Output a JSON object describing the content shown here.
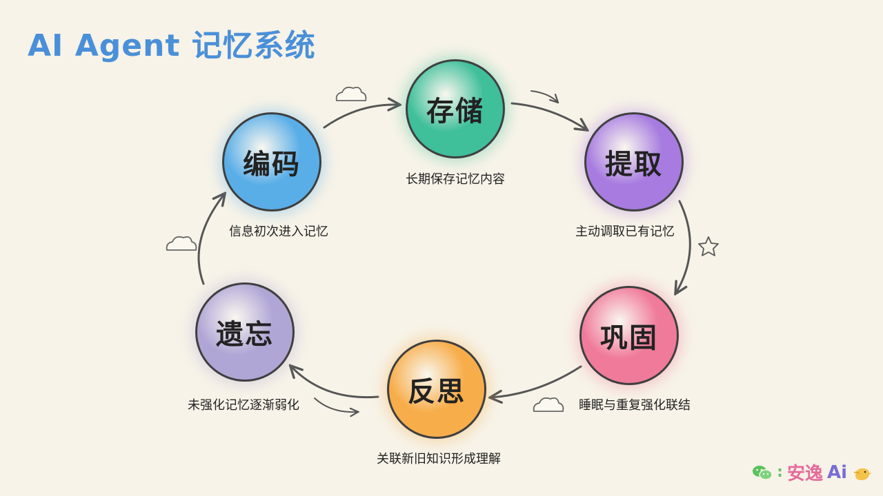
{
  "title": "AI Agent 记忆系统",
  "nodes": {
    "encode": {
      "label": "编码",
      "caption": "信息初次进入记忆",
      "color": "#5aaee8"
    },
    "store": {
      "label": "存储",
      "caption": "长期保存记忆内容",
      "color": "#3fbf9a"
    },
    "retrieve": {
      "label": "提取",
      "caption": "主动调取已有记忆",
      "color": "#a77be0"
    },
    "consolidate": {
      "label": "巩固",
      "caption": "睡眠与重复强化联结",
      "color": "#f07a9a"
    },
    "reflect": {
      "label": "反思",
      "caption": "关联新旧知识形成理解",
      "color": "#f7ad4a"
    },
    "forget": {
      "label": "遗忘",
      "caption": "未强化记忆逐渐弱化",
      "color": "#b0a6d6"
    }
  },
  "watermark": {
    "brand": "安逸",
    "ai": "Ai",
    "separator": ":"
  }
}
